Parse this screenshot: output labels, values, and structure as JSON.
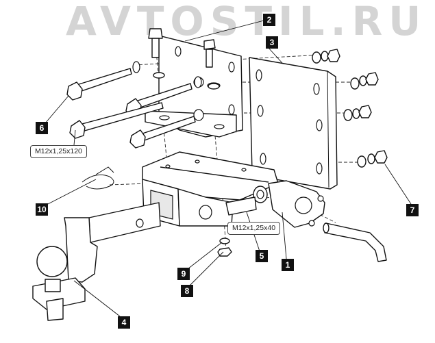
{
  "watermark": "AVTOSTIL.RU",
  "callouts": {
    "c1": "1",
    "c2": "2",
    "c3": "3",
    "c4": "4",
    "c5": "5",
    "c6": "6",
    "c7": "7",
    "c8": "8",
    "c9": "9",
    "c10": "10"
  },
  "specs": {
    "long_bolt": "M12x1,25x120",
    "short_bolt": "M12x1,25x40"
  },
  "icons": {
    "bolt": "hex-bolt-icon",
    "nut": "hex-nut-icon",
    "washer": "washer-icon",
    "pin": "lock-pin-icon",
    "clip": "spring-clip-icon"
  }
}
